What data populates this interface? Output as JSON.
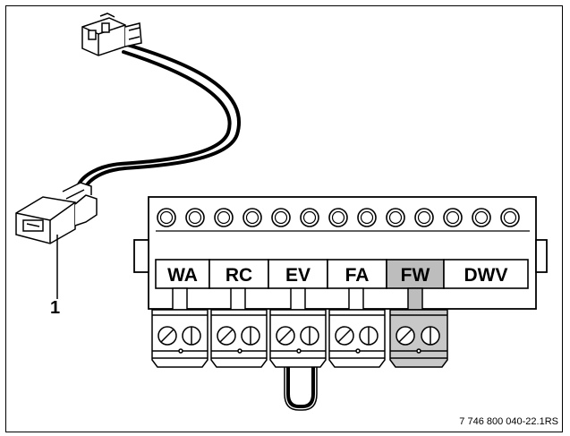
{
  "terminal_labels": [
    "WA",
    "RC",
    "EV",
    "FA",
    "FW",
    "DWV"
  ],
  "highlighted_terminal": "FW",
  "callout_number": "1",
  "reference_code": "7 746 800 040-22.1RS",
  "colors": {
    "line": "#000000",
    "highlight_fill": "#bdbdbd",
    "background": "#ffffff"
  }
}
